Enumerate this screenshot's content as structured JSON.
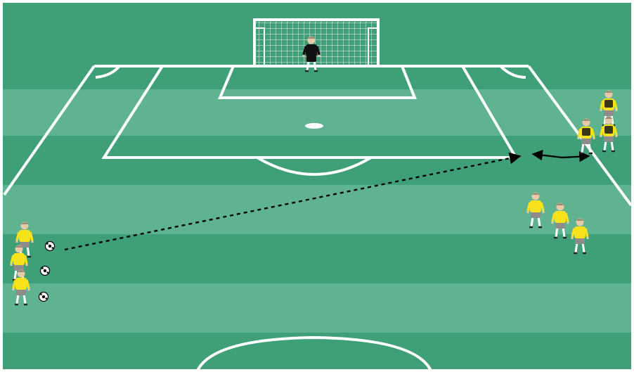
{
  "diagram": {
    "kind": "soccer-drill-diagram",
    "colors": {
      "pitch_dark": "#3f9f77",
      "pitch_light": "#5fb391",
      "lines": "#ffffff",
      "attacker_shirt": "#f7e21c",
      "attacker_shorts": "#8c8c8c",
      "keeper_kit": "#111111",
      "bib": "#1a1a1a",
      "arrow": "#000000",
      "frame": "#ffffff"
    },
    "elements": {
      "goal": "goal-with-net",
      "goalkeeper": "goalkeeper-in-black",
      "players_left_group": 3,
      "balls_left_group": 3,
      "players_right_group": 3,
      "players_top_right_group": 3,
      "pass_path": "dashed-arrow-from-ball-to-right-of-box",
      "player_run": "double-headed-arrow"
    }
  }
}
